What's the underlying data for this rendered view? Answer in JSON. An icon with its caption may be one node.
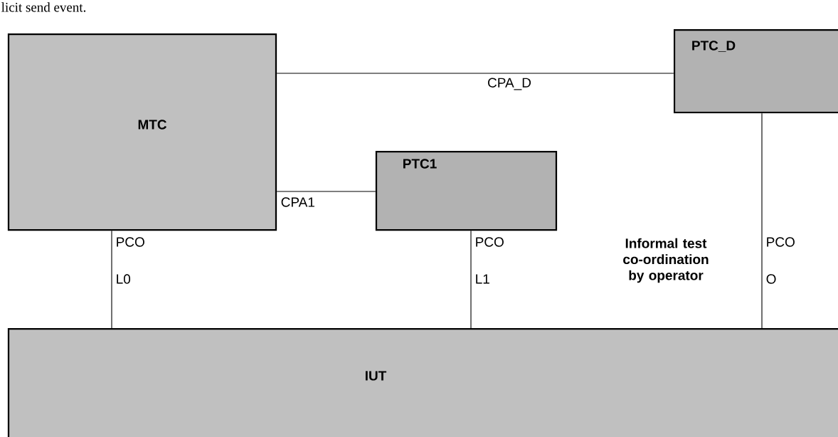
{
  "diagram": {
    "nodes": [
      {
        "text": [
          "MTC"
        ]
      },
      {
        "text": [
          "PTC_D"
        ]
      },
      {
        "text": [
          "PTC1"
        ]
      },
      {
        "text": [
          "IUT"
        ]
      }
    ],
    "edges": [
      {
        "from": 0,
        "to": 1,
        "arrow": "none",
        "label": "CPA_D"
      },
      {
        "from": 0,
        "to": 2,
        "arrow": "none",
        "label": "CPA1"
      },
      {
        "from": 0,
        "to": 3,
        "arrow": "none"
      },
      {
        "from": 2,
        "to": 3,
        "arrow": "none"
      },
      {
        "from": 1,
        "to": 3,
        "arrow": "none"
      }
    ],
    "labels": [
      "licit send event.",
      "PCO",
      "L0",
      "PCO",
      "L1",
      "Informal test co-ordination by operator",
      "PCO",
      "O"
    ]
  }
}
